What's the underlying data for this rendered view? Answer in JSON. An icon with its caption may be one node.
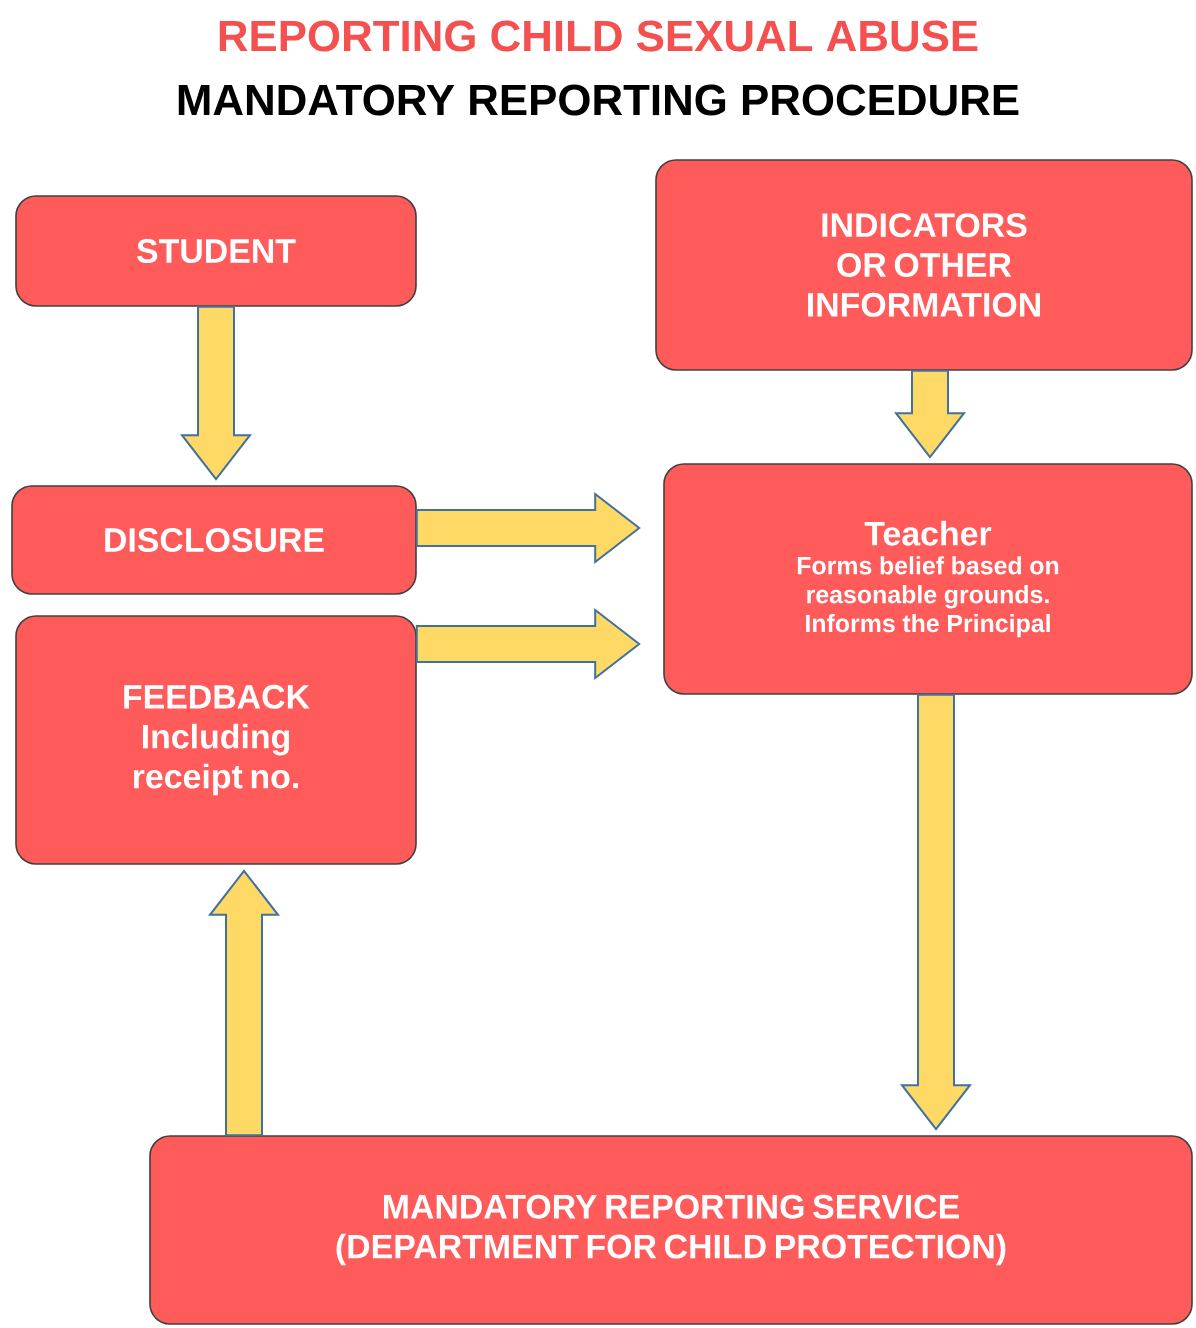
{
  "diagram": {
    "title": "REPORTING CHILD SEXUAL ABUSE",
    "nodes": [
      {
        "text": [
          "STUDENT"
        ]
      },
      {
        "text": [
          "INDICATORS OR OTHER INFORMATION"
        ]
      },
      {
        "text": [
          "DISCLOSURE"
        ]
      },
      {
        "text": [
          "Teacher",
          "Forms belief based on reasonable grounds. Informs the Principal"
        ]
      },
      {
        "text": [
          "FEEDBACK Including receipt no."
        ]
      },
      {
        "text": [
          "MANDATORY REPORTING SERVICE",
          "(DEPARTMENT FOR CHILD PROTECTION)"
        ]
      }
    ],
    "edges": [
      {
        "from": 0,
        "to": 2,
        "arrow": "to"
      },
      {
        "from": 1,
        "to": 3,
        "arrow": "to"
      },
      {
        "from": 2,
        "to": 3,
        "arrow": "to"
      },
      {
        "from": 4,
        "to": 3,
        "arrow": "to"
      },
      {
        "from": 3,
        "to": 5,
        "arrow": "to"
      },
      {
        "from": 5,
        "to": 4,
        "arrow": "to"
      }
    ],
    "labels": [
      "MANDATORY REPORTING PROCEDURE"
    ]
  }
}
